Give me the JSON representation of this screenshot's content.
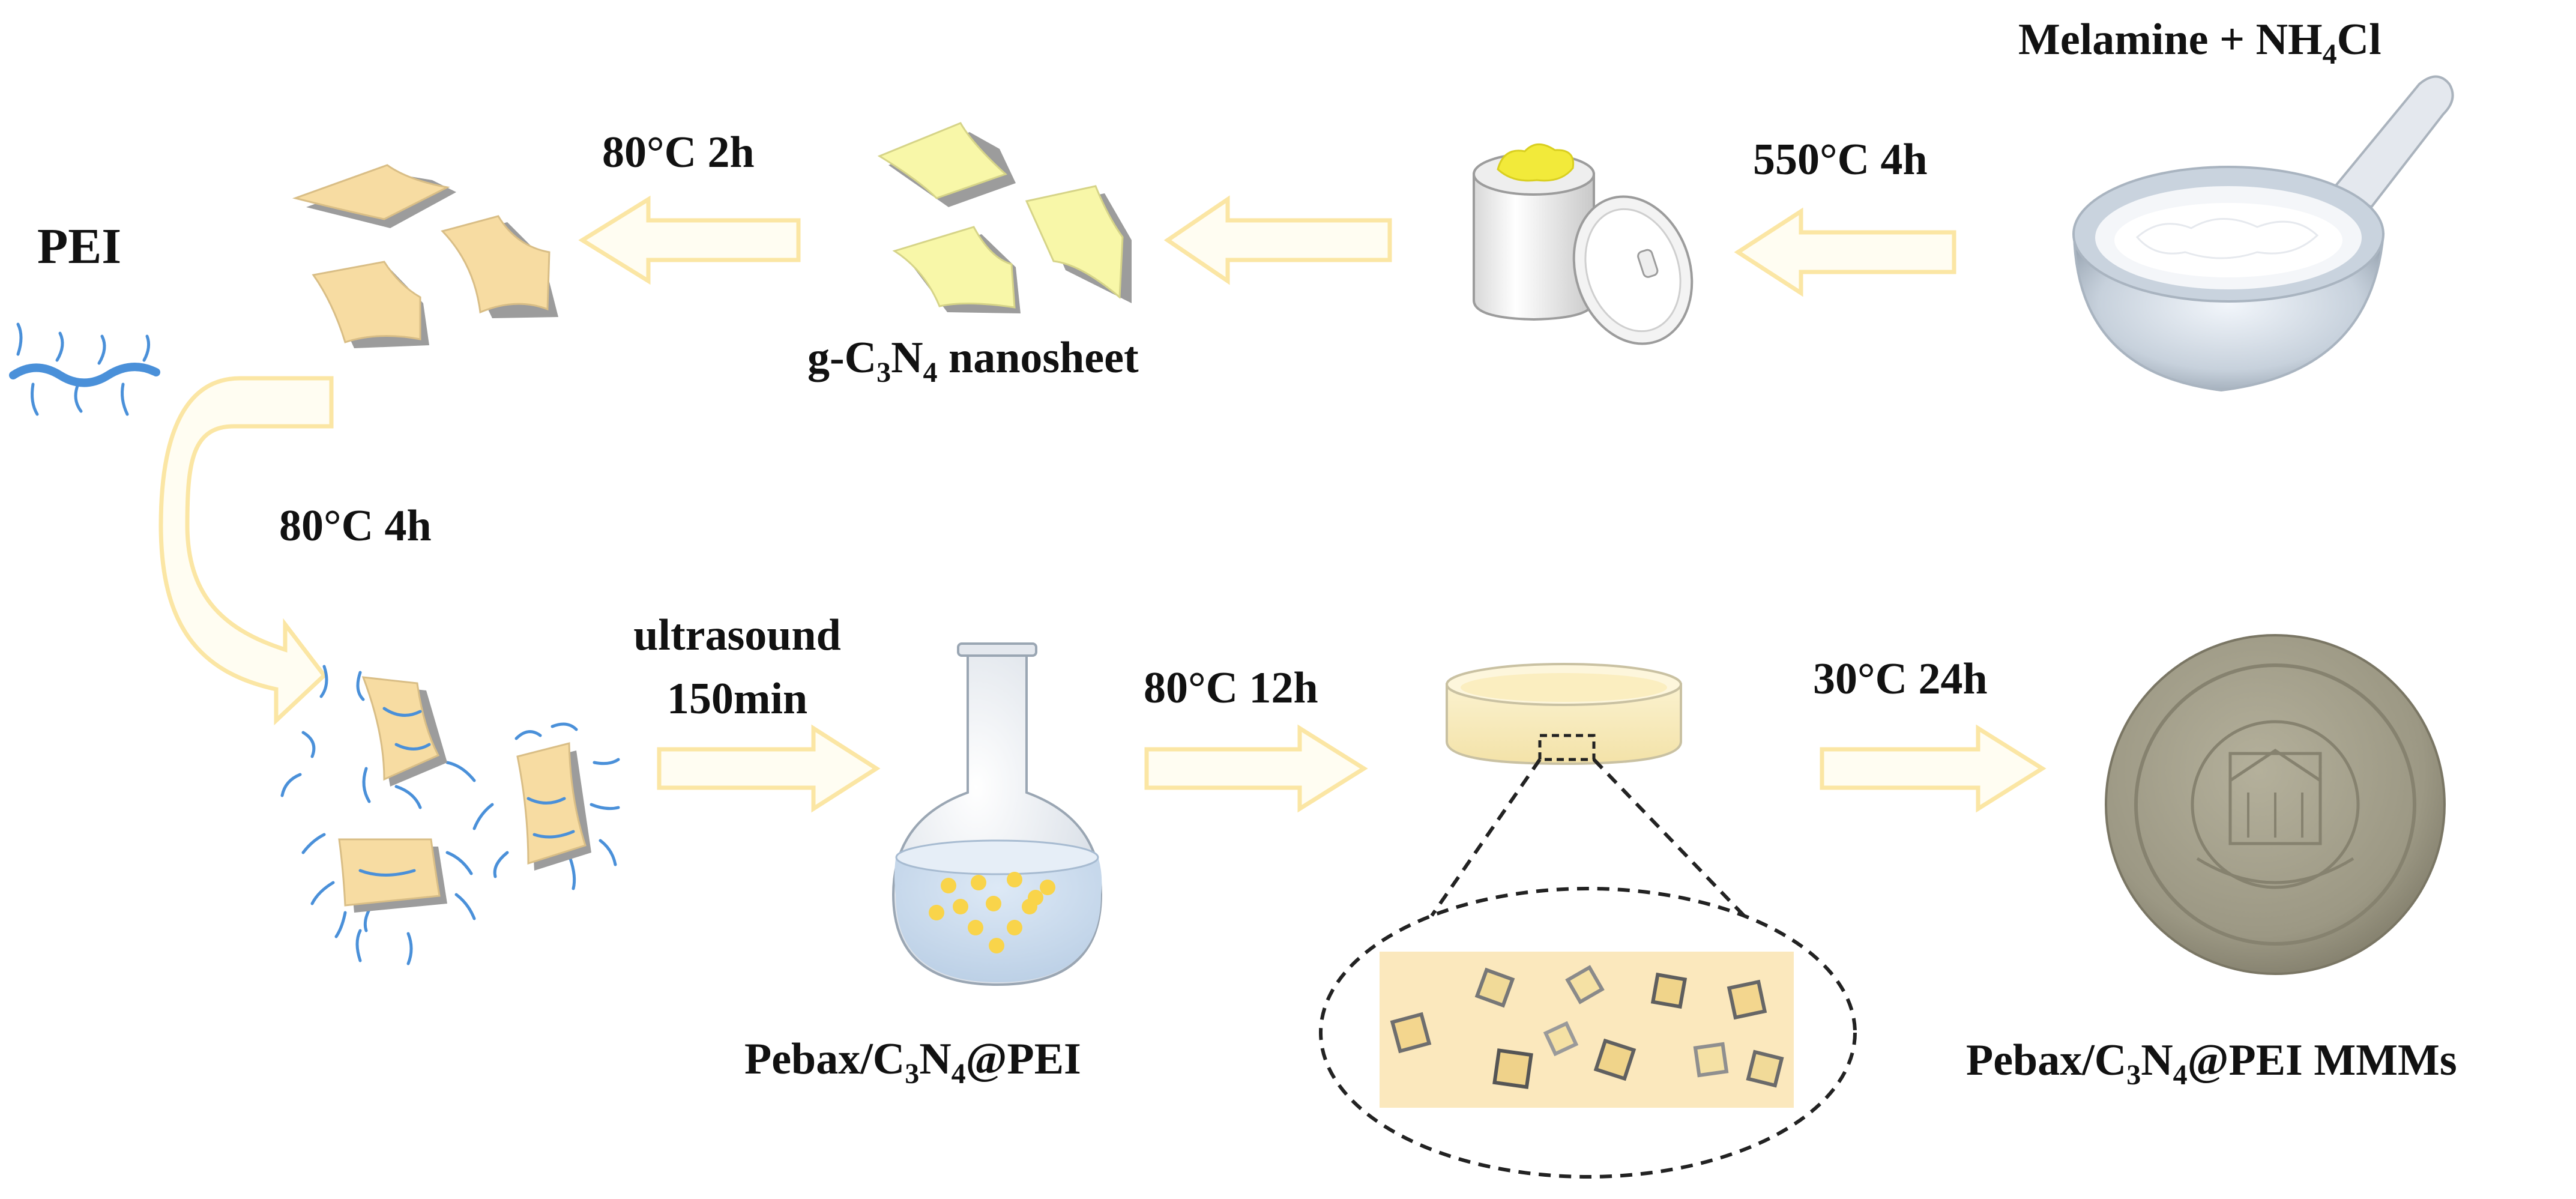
{
  "labels": {
    "pei": "PEI",
    "step_80c_2h": "80°C 2h",
    "step_550c_4h": "550°C 4h",
    "step_80c_4h": "80°C 4h",
    "step_ultrasound_line1": "ultrasound",
    "step_ultrasound_line2": "150min",
    "step_80c_12h": "80°C 12h",
    "step_30c_24h": "30°C 24h"
  },
  "nanosheet_label": {
    "prefix": "g-C",
    "sub1": "3",
    "mid": "N",
    "sub2": "4",
    "suffix": " nanosheet"
  },
  "precursor_label": {
    "prefix": "Melamine + NH",
    "sub": "4",
    "suffix": "Cl"
  },
  "solution_label": {
    "prefix": "Pebax/C",
    "sub1": "3",
    "mid": "N",
    "sub2": "4",
    "suffix": "@PEI"
  },
  "membrane_label": {
    "prefix": "Pebax/C",
    "sub1": "3",
    "mid": "N",
    "sub2": "4",
    "suffix": "@PEI MMMs"
  },
  "colors": {
    "arrow_fill": "#fffdf2",
    "arrow_stroke": "#fbe6a4",
    "nanosheet_yellow": "#f8f7a8",
    "sheet_tan": "#f7dca2",
    "polymer_blue": "#4a90d9",
    "particle_yellow": "#f9d44a",
    "membrane_gray": "#9a9682"
  }
}
